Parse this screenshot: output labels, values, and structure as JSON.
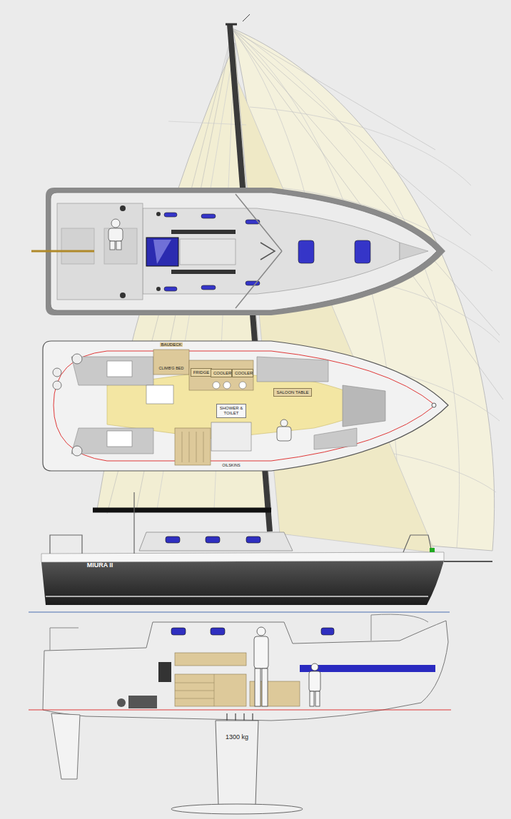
{
  "diagram": {
    "nodes": [
      {
        "text": [
          "FRIDGE"
        ]
      },
      {
        "text": [
          "COOLER"
        ]
      },
      {
        "text": [
          "COOLER"
        ]
      },
      {
        "text": [
          "SALOON TABLE"
        ]
      },
      {
        "text": [
          "SHOWER & TOILET"
        ]
      }
    ],
    "labels": [
      "BAUDECK",
      "CLIMB'G BED",
      "OILSKINS",
      "MIURA II",
      "1300 kg"
    ]
  }
}
